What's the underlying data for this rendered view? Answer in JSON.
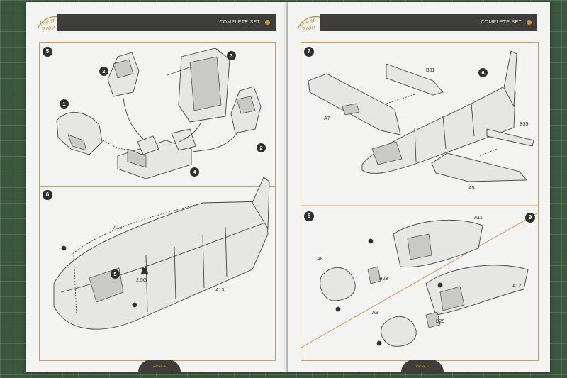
{
  "header": {
    "set_label": "COMPLETE SET"
  },
  "logo": {
    "text": "Clear Prop"
  },
  "left_page": {
    "footer": "PAGE 4",
    "step_5": {
      "number": "5",
      "callouts": [
        {
          "id": "c1",
          "label": "1"
        },
        {
          "id": "c2a",
          "label": "2"
        },
        {
          "id": "c3",
          "label": "3"
        },
        {
          "id": "c2b",
          "label": "2"
        },
        {
          "id": "c4",
          "label": "4"
        }
      ]
    },
    "step_6": {
      "number": "6",
      "parts": [
        {
          "id": "a10",
          "label": "A10"
        },
        {
          "id": "a13",
          "label": "A13"
        }
      ],
      "sub_callout": "5",
      "weight": "2.5G"
    }
  },
  "right_page": {
    "footer": "PAGE 5",
    "step_7": {
      "number": "7",
      "sub_callout": "6",
      "parts": [
        {
          "id": "b31",
          "label": "B31"
        },
        {
          "id": "a7",
          "label": "A7"
        },
        {
          "id": "b35",
          "label": "B35"
        },
        {
          "id": "a5",
          "label": "A5"
        }
      ]
    },
    "step_8": {
      "number": "8",
      "parts": [
        {
          "id": "a11",
          "label": "A11"
        },
        {
          "id": "a8",
          "label": "A8"
        },
        {
          "id": "b23",
          "label": "B23"
        }
      ]
    },
    "step_9": {
      "number": "9",
      "parts": [
        {
          "id": "a12",
          "label": "A12"
        },
        {
          "id": "a9",
          "label": "A9"
        },
        {
          "id": "b29",
          "label": "B29"
        }
      ]
    }
  }
}
